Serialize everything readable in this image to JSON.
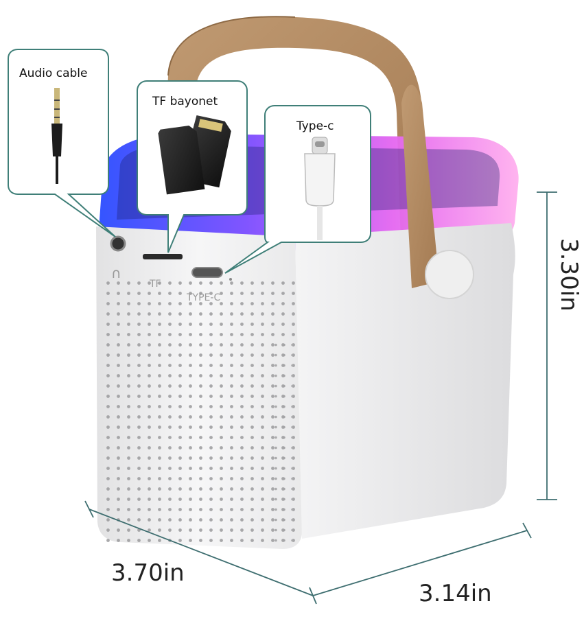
{
  "callouts": {
    "audio": {
      "label": "Audio cable"
    },
    "tf": {
      "label": "TF bayonet"
    },
    "typec": {
      "label": "Type-c"
    }
  },
  "ports": {
    "tf_label": "TF",
    "typec_label": "TYPE-C"
  },
  "dimensions": {
    "height": "3.30in",
    "width": "3.70in",
    "depth": "3.14in"
  },
  "colors": {
    "body": "#f0f0f1",
    "strap": "#b08760",
    "callout_border": "#3f7f78",
    "dimension_line": "#3e6e70",
    "light_blue": "#2f5cff",
    "light_pink": "#ff5fd0"
  }
}
